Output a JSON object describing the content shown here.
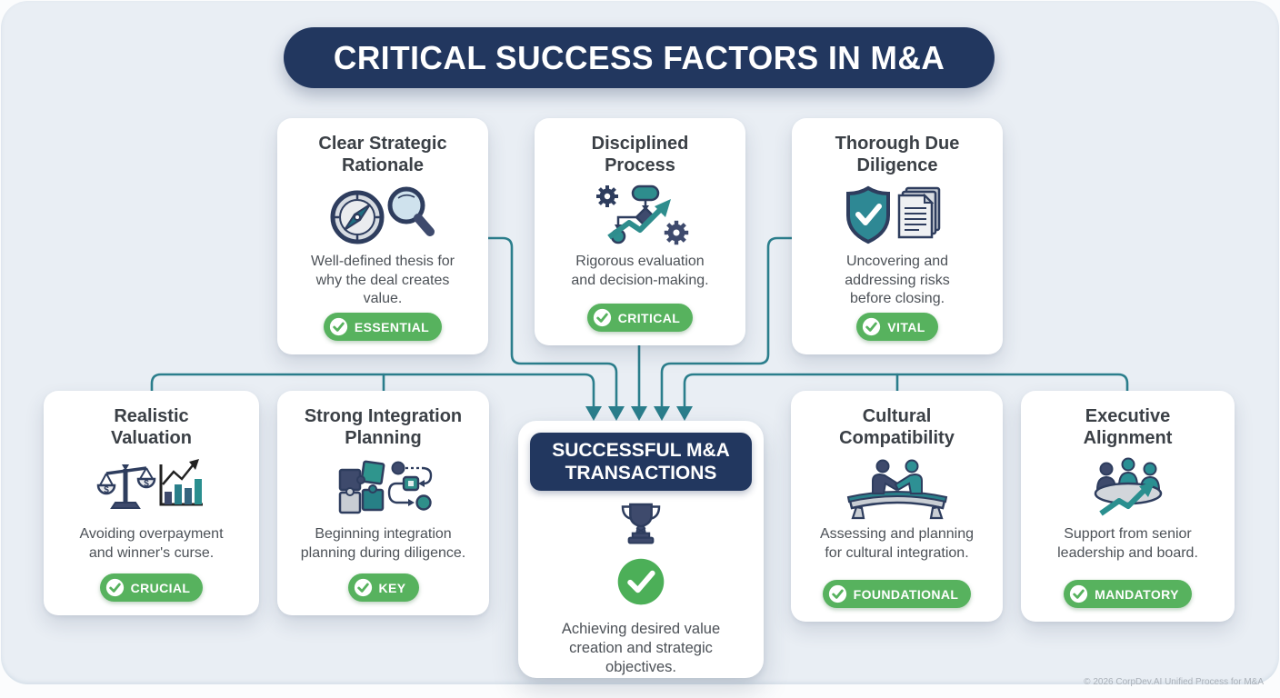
{
  "title": "CRITICAL SUCCESS FACTORS IN M&A",
  "colors": {
    "navy": "#22375f",
    "teal": "#2b7e8c",
    "green": "#57b25e",
    "canvas": "#e9eef4",
    "icon_navy": "#3e4a6c",
    "icon_teal": "#2a8f8f"
  },
  "factors": [
    {
      "id": "clear-strategic-rationale",
      "title": "Clear Strategic Rationale",
      "description": "Well-defined thesis for why the deal creates value.",
      "badge": "ESSENTIAL",
      "icon": "compass-magnifier-icon"
    },
    {
      "id": "disciplined-process",
      "title": "Disciplined Process",
      "description": "Rigorous evaluation and decision-making.",
      "badge": "CRITICAL",
      "icon": "flowchart-gears-icon"
    },
    {
      "id": "thorough-due-diligence",
      "title": "Thorough Due Diligence",
      "description": "Uncovering and addressing risks before closing.",
      "badge": "VITAL",
      "icon": "shield-documents-icon"
    },
    {
      "id": "realistic-valuation",
      "title": "Realistic Valuation",
      "description": "Avoiding overpayment and winner's curse.",
      "badge": "CRUCIAL",
      "icon": "scales-barchart-icon"
    },
    {
      "id": "strong-integration-planning",
      "title": "Strong Integration Planning",
      "description": "Beginning integration planning during diligence.",
      "badge": "KEY",
      "icon": "puzzle-flow-icon"
    },
    {
      "id": "cultural-compatibility",
      "title": "Cultural Compatibility",
      "description": "Assessing and planning for cultural integration.",
      "badge": "FOUNDATIONAL",
      "icon": "handshake-bridge-icon"
    },
    {
      "id": "executive-alignment",
      "title": "Executive Alignment",
      "description": "Support from senior leadership and board.",
      "badge": "MANDATORY",
      "icon": "meeting-arrow-icon"
    }
  ],
  "center": {
    "title": "SUCCESSFUL M&A TRANSACTIONS",
    "description": "Achieving desired value creation and strategic objectives.",
    "icons": [
      "trophy-icon",
      "check-circle-icon"
    ]
  },
  "footer": "© 2026 CorpDev.AI Unified Process for M&A"
}
